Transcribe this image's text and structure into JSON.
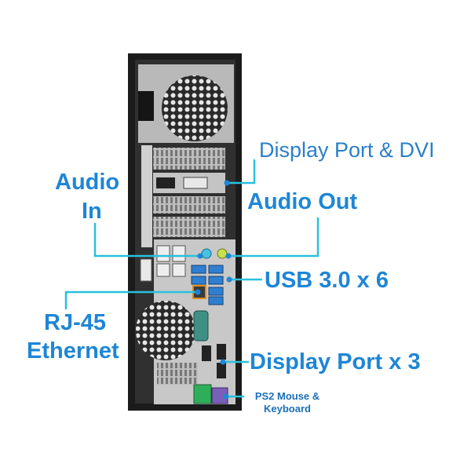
{
  "labels": {
    "display_port_dvi": "Display Port & DVI",
    "audio_in_line1": "Audio",
    "audio_in_line2": "In",
    "audio_out": "Audio Out",
    "usb": "USB 3.0 x 6",
    "rj45_line1": "RJ-45",
    "rj45_line2": "Ethernet",
    "display_port_x3": "Display Port x 3",
    "ps2_line1": "PS2 Mouse &",
    "ps2_line2": "Keyboard"
  },
  "colors": {
    "label_text": "#1e86d6",
    "leader_line": "#2ac0dc",
    "chassis": "#1b1b1b",
    "panel": "#c8c8c8",
    "usb_port": "#2f7fd0",
    "ps2_mouse": "#2fae5a",
    "ps2_keyboard": "#7a5fb8",
    "serial_port": "#3f8f86",
    "rj45_highlight": "#e08a1a"
  }
}
